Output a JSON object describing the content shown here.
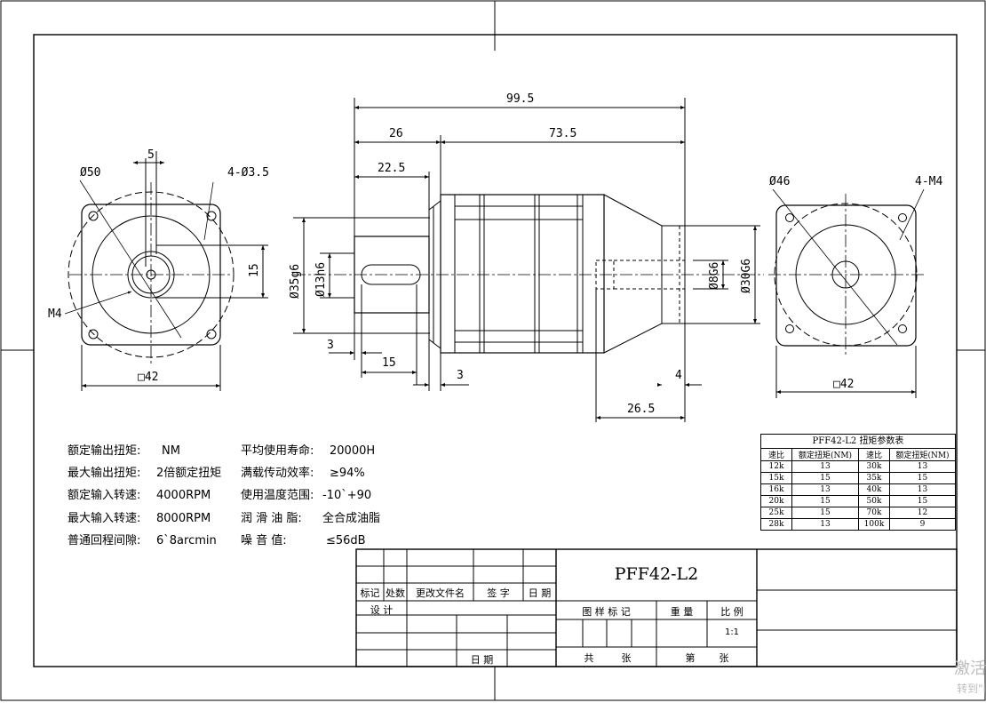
{
  "dimensions": {
    "overall_length": "99.5",
    "housing_length": "73.5",
    "shaft_length": "26",
    "keyway_length": "22.5",
    "flange_diameter": "Ø35g6",
    "shaft_diameter": "Ø13h6",
    "left_bolt_circle": "Ø50",
    "left_holes": "4-Ø3.5",
    "key_width": "5",
    "key_height": "15",
    "center_thread": "M4",
    "left_square": "□42",
    "shoulder": "3",
    "key_offset": "15",
    "flange_thickness": "3",
    "motor_bore": "Ø8G6",
    "motor_pilot": "Ø30G6",
    "pilot_depth": "4",
    "input_depth": "26.5",
    "right_bolt_circle": "Ø46",
    "right_holes": "4-M4",
    "right_square": "□42"
  },
  "specs": [
    {
      "label": "额定输出扭矩:",
      "value": "NM"
    },
    {
      "label": "最大输出扭矩:",
      "value": "2倍额定扭矩"
    },
    {
      "label": "额定输入转速:",
      "value": "4000RPM"
    },
    {
      "label": "最大输入转速:",
      "value": "8000RPM"
    },
    {
      "label": "普通回程间隙:",
      "value": "6`8arcmin"
    },
    {
      "label": "平均使用寿命:",
      "value": "20000H"
    },
    {
      "label": "满载传动效率:",
      "value": "≥94%"
    },
    {
      "label": "使用温度范围:",
      "value": "-10`+90"
    },
    {
      "label": "润  滑  油  脂:",
      "value": "全合成油脂"
    },
    {
      "label": "噪    音    值:",
      "value": "≤56dB"
    }
  ],
  "torque_table": {
    "title": "PFF42-L2 扭矩参数表",
    "headers": [
      "速比",
      "额定扭矩(NM)",
      "速比",
      "额定扭矩(NM)"
    ],
    "rows": [
      [
        "12k",
        "13",
        "30k",
        "13"
      ],
      [
        "15k",
        "15",
        "35k",
        "15"
      ],
      [
        "16k",
        "13",
        "40k",
        "13"
      ],
      [
        "20k",
        "15",
        "50k",
        "15"
      ],
      [
        "25k",
        "15",
        "70k",
        "12"
      ],
      [
        "28k",
        "13",
        "100k",
        "9"
      ]
    ]
  },
  "title_block": {
    "model": "PFF42-L2",
    "mark": "标记",
    "count": "处数",
    "change_doc": "更改文件名",
    "signature": "签  字",
    "date": "日  期",
    "design": "设  计",
    "date2": "日  期",
    "sample_mark": "图  样  标  记",
    "weight": "重  量",
    "scale_label": "比  例",
    "scale_value": "1:1",
    "total": "共",
    "sheets": "张",
    "sheet_no": "第",
    "sheets2": "张"
  },
  "watermark": {
    "line1": "激活",
    "line2": "转到\"i"
  }
}
